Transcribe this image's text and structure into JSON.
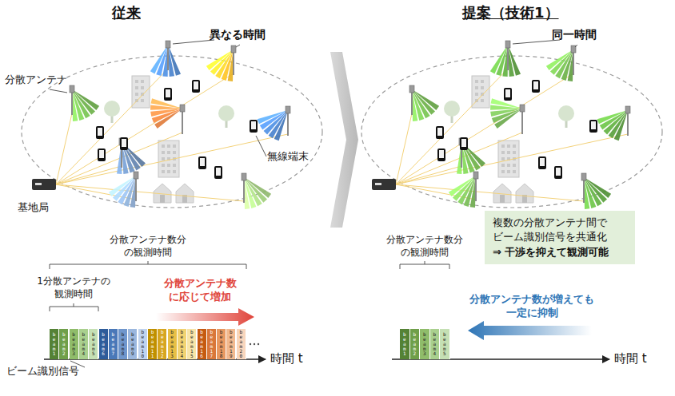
{
  "diagram": {
    "nodes": [
      {
        "text": [
          "複数の分散アンテナ間で ビーム識別信号を共通化",
          "⇒ 干渉を抑えて観測可能"
        ]
      },
      {
        "text": [
          "beam1"
        ]
      },
      {
        "text": [
          "beam2"
        ]
      },
      {
        "text": [
          "beam3"
        ]
      },
      {
        "text": [
          "beam4"
        ]
      },
      {
        "text": [
          "beam5"
        ]
      },
      {
        "text": [
          "beam6"
        ]
      },
      {
        "text": [
          "beam7"
        ]
      },
      {
        "text": [
          "beam8"
        ]
      },
      {
        "text": [
          "beam9"
        ]
      },
      {
        "text": [
          "beam10"
        ]
      },
      {
        "text": [
          "beam11"
        ]
      },
      {
        "text": [
          "beam12"
        ]
      },
      {
        "text": [
          "beam13"
        ]
      },
      {
        "text": [
          "beam14"
        ]
      },
      {
        "text": [
          "beam15"
        ]
      },
      {
        "text": [
          "beam16"
        ]
      },
      {
        "text": [
          "beam17"
        ]
      },
      {
        "text": [
          "beam18"
        ]
      },
      {
        "text": [
          "beam19"
        ]
      },
      {
        "text": [
          "beam20"
        ]
      },
      {
        "text": [
          "beam1"
        ]
      },
      {
        "text": [
          "beam2"
        ]
      },
      {
        "text": [
          "beam3"
        ]
      },
      {
        "text": [
          "beam4"
        ]
      },
      {
        "text": [
          "beam5"
        ]
      }
    ],
    "labels": [
      "従来",
      "提案（技術1）",
      "異なる時間",
      "同一時間",
      "分散アンテナ",
      "無線端末",
      "基地局",
      "分散アンテナ数分 の観測時間",
      "1分散アンテナの 観測時間",
      "分散アンテナ数 に応じて増加",
      "ビーム識別信号",
      "時間 t",
      "分散アンテナ数分 の観測時間",
      "分散アンテナ数が増えても 一定に抑制",
      "時間 t"
    ]
  }
}
